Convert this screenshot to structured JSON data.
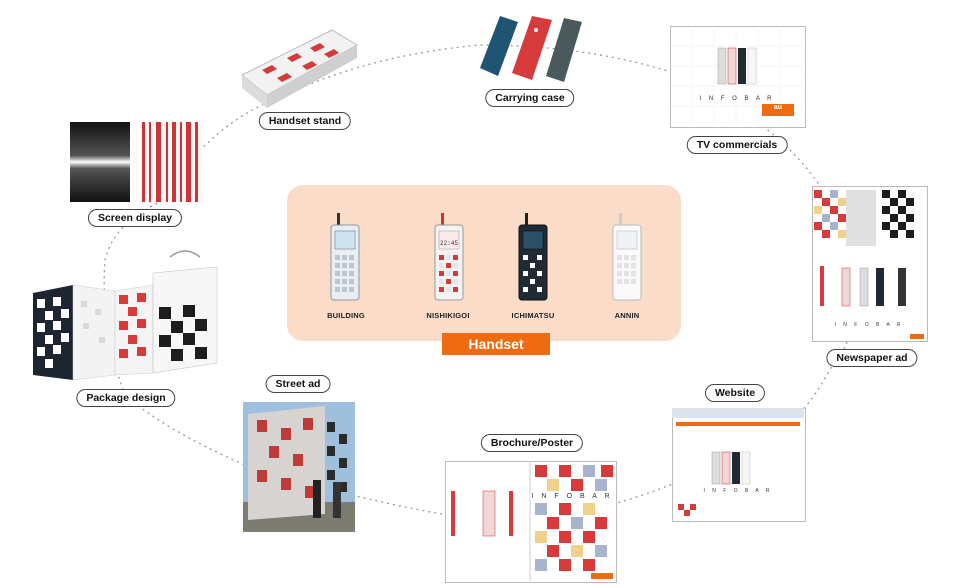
{
  "colors": {
    "accent": "#ef6b12",
    "panel": "#fbdcc9",
    "red": "#d63a3a",
    "navy": "#1f3550"
  },
  "center": {
    "label": "Handset",
    "phones": [
      {
        "name": "BUILDING",
        "time": ""
      },
      {
        "name": "NISHIKIGOI",
        "time": "22:45"
      },
      {
        "name": "ICHIMATSU",
        "time": ""
      },
      {
        "name": "ANNIN",
        "time": ""
      }
    ]
  },
  "nodes": {
    "handset_stand": "Handset stand",
    "carrying_case": "Carrying case",
    "tv_commercials": "TV commercials",
    "newspaper_ad": "Newspaper ad",
    "website": "Website",
    "brochure_poster": "Brochure/Poster",
    "street_ad": "Street ad",
    "package_design": "Package design",
    "screen_display": "Screen display"
  },
  "media": {
    "brand": "I N F O B A R",
    "operator_logo": "au"
  }
}
